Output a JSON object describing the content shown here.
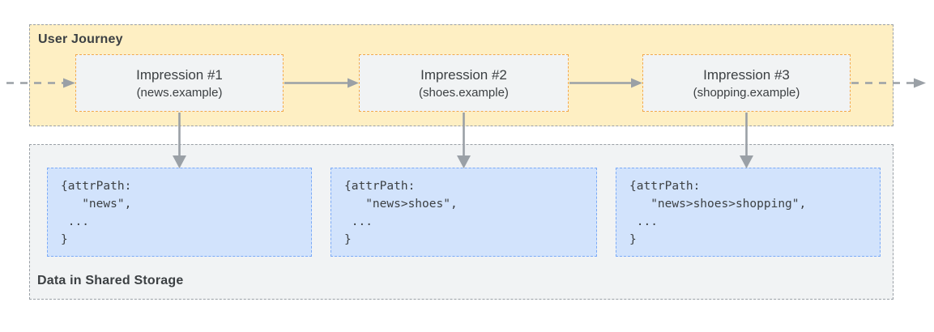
{
  "diagram": {
    "user_journey": {
      "label": "User Journey",
      "nodes": [
        {
          "title": "Impression #1",
          "subtitle": "(news.example)"
        },
        {
          "title": "Impression #2",
          "subtitle": "(shoes.example)"
        },
        {
          "title": "Impression #3",
          "subtitle": "(shopping.example)"
        }
      ]
    },
    "shared_storage": {
      "label": "Data in Shared Storage",
      "records": [
        {
          "code": "{attrPath:\n   \"news\",\n ...\n}"
        },
        {
          "code": "{attrPath:\n   \"news>shoes\",\n ...\n}"
        },
        {
          "code": "{attrPath:\n   \"news>shoes>shopping\",\n ...\n}"
        }
      ]
    },
    "colors": {
      "journey_bg": "#FEEFC3",
      "node_bg": "#F1F3F4",
      "node_border": "#F2A94C",
      "storage_bg": "#F1F3F4",
      "storage_border": "#9AA0A6",
      "record_bg": "#D2E3FC",
      "record_border": "#7BAAF7",
      "arrow": "#9AA0A6",
      "text": "#3C4043"
    }
  }
}
